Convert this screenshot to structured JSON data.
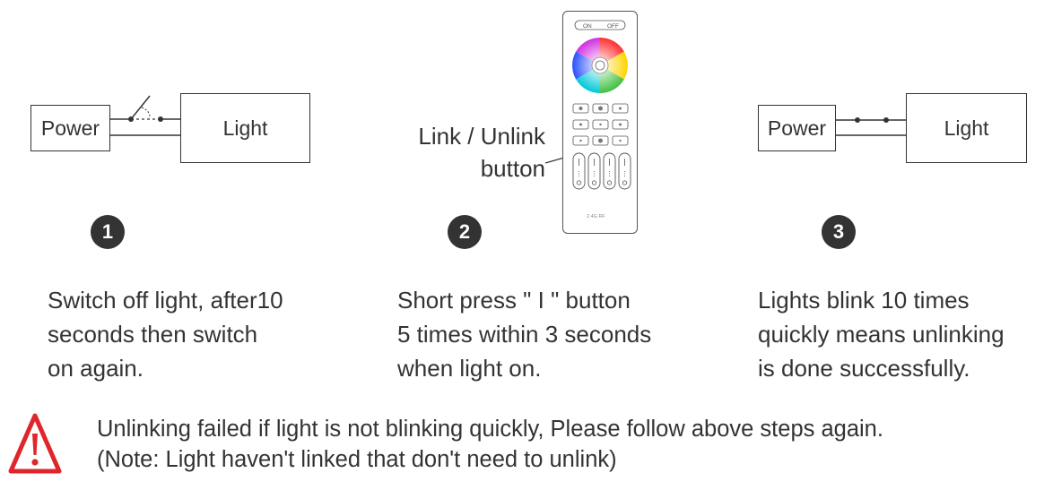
{
  "step1": {
    "number": "1",
    "power_label": "Power",
    "light_label": "Light",
    "text": "Switch off light, after10\nseconds then switch\non again."
  },
  "step2": {
    "number": "2",
    "callout": "Link / Unlink\nbutton",
    "remote_on": "ON",
    "remote_off": "OFF",
    "remote_brand": "2.4G RF",
    "text": "Short press \" I \" button\n5 times within 3 seconds\nwhen light on."
  },
  "step3": {
    "number": "3",
    "power_label": "Power",
    "light_label": "Light",
    "text": "Lights blink 10 times\nquickly means unlinking\nis done successfully."
  },
  "warning": {
    "icon": "warning-triangle-icon",
    "line1": "Unlinking failed if light is not blinking quickly, Please follow above steps again.",
    "line2": "(Note: Light haven't linked that don't need to unlink)",
    "color": "#e0262b"
  }
}
